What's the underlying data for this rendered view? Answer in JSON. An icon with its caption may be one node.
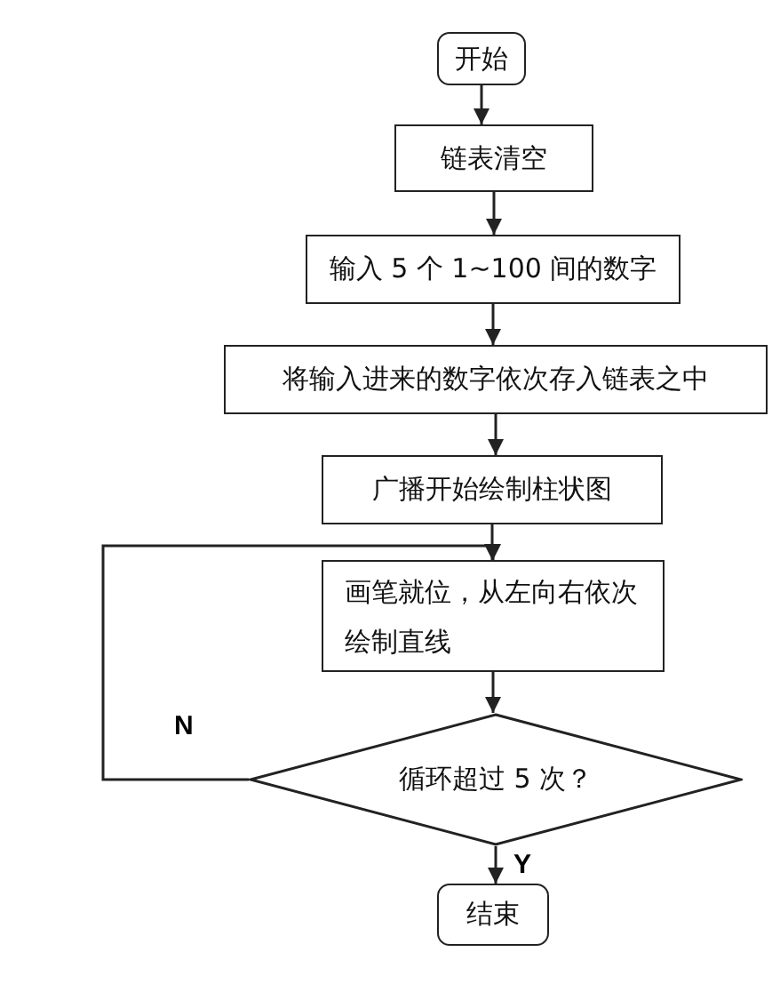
{
  "diagram": {
    "nodes": [
      {
        "text": [
          "开始"
        ]
      },
      {
        "text": [
          "链表清空"
        ]
      },
      {
        "text": [
          "输入 5 个 1~100 间的数字"
        ]
      },
      {
        "text": [
          "将输入进来的数字依次存入链表之中"
        ]
      },
      {
        "text": [
          "广播开始绘制柱状图"
        ]
      },
      {
        "text": [
          "画笔就位，从左向右依次绘制直线"
        ]
      },
      {
        "text": [
          "循环超过 5 次？"
        ]
      },
      {
        "text": [
          "结束"
        ]
      }
    ],
    "edges": [
      {
        "from": 0,
        "to": 1,
        "arrow": "to"
      },
      {
        "from": 1,
        "to": 2,
        "arrow": "to"
      },
      {
        "from": 2,
        "to": 3,
        "arrow": "to"
      },
      {
        "from": 3,
        "to": 4,
        "arrow": "to"
      },
      {
        "from": 4,
        "to": 5,
        "arrow": "to"
      },
      {
        "from": 5,
        "to": 6,
        "arrow": "to"
      },
      {
        "from": 6,
        "to": 5,
        "arrow": "to",
        "label": "N"
      },
      {
        "from": 6,
        "to": 7,
        "arrow": "to",
        "label": "Y"
      }
    ]
  }
}
